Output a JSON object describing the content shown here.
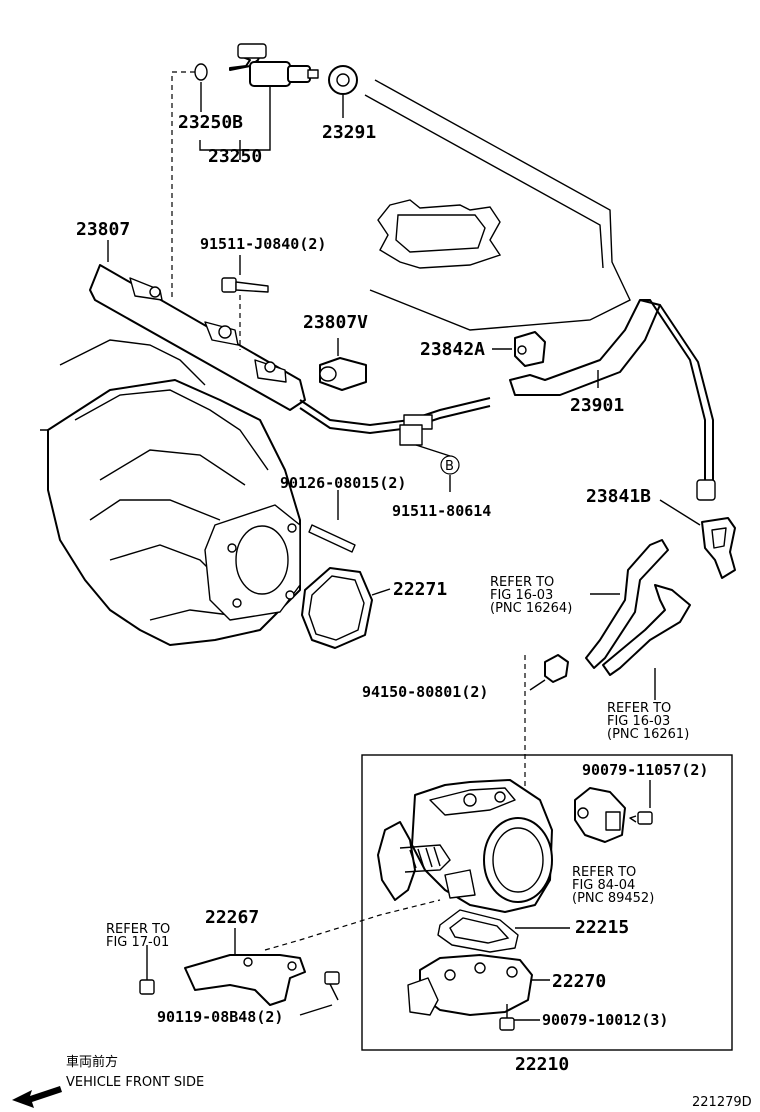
{
  "parts": {
    "p23250B": "23250B",
    "p23250": "23250",
    "p23291": "23291",
    "p23807": "23807",
    "p91511_j": "91511-J0840(2)",
    "p23807V": "23807V",
    "p23842A": "23842A",
    "p23901": "23901",
    "p90126": "90126-08015(2)",
    "p91511_8": "91511-80614",
    "p23841B": "23841B",
    "p22271": "22271",
    "p94150": "94150-80801(2)",
    "p90079_11": "90079-11057(2)",
    "p22267": "22267",
    "p22215": "22215",
    "p22270": "22270",
    "p90119": "90119-08B48(2)",
    "p90079_10": "90079-10012(3)",
    "p22210": "22210",
    "marker_b": "B"
  },
  "refs": {
    "r1_line1": "REFER TO",
    "r1_line2": "FIG 16-03",
    "r1_line3": "(PNC 16264)",
    "r2_line1": "REFER TO",
    "r2_line2": "FIG 16-03",
    "r2_line3": "(PNC 16261)",
    "r3_line1": "REFER TO",
    "r3_line2": "FIG 84-04",
    "r3_line3": "(PNC 89452)",
    "r4_line1": "REFER TO",
    "r4_line2": "FIG 17-01"
  },
  "footer": {
    "front_jp": "車両前方",
    "front_en": "VEHICLE FRONT SIDE",
    "diagram_id": "221279D"
  }
}
